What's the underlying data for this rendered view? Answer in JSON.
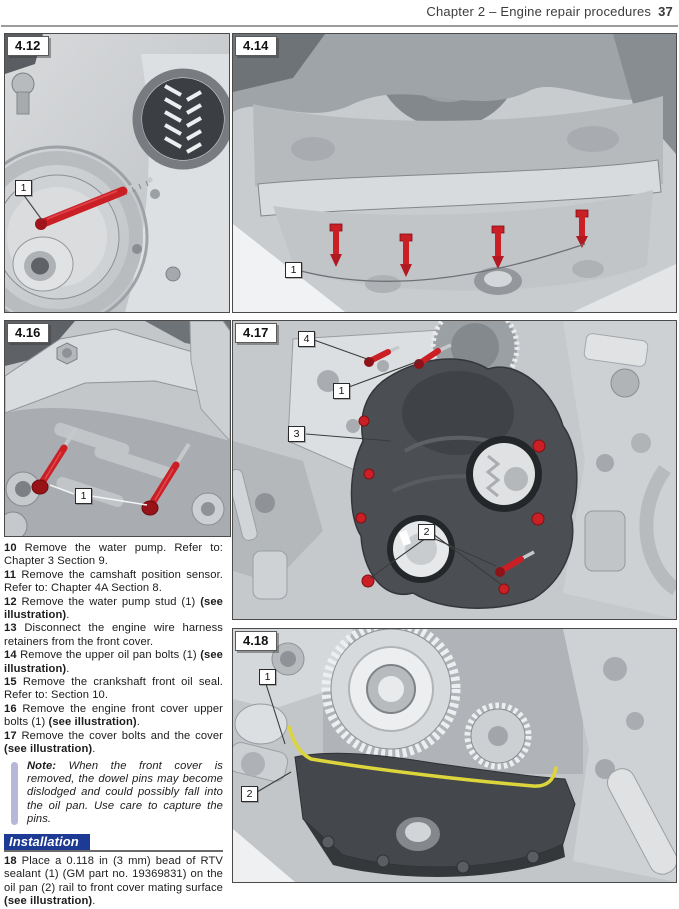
{
  "header": {
    "title": "Chapter 2 – Engine repair procedures",
    "page_number": "37"
  },
  "figures": [
    {
      "label": "4.12",
      "callouts": [
        "1"
      ]
    },
    {
      "label": "4.14",
      "callouts": [
        "1"
      ]
    },
    {
      "label": "4.16",
      "callouts": [
        "1"
      ]
    },
    {
      "label": "4.17",
      "callouts": [
        "1",
        "2",
        "3",
        "4"
      ]
    },
    {
      "label": "4.18",
      "callouts": [
        "1",
        "2"
      ]
    }
  ],
  "steps": [
    {
      "num": "10",
      "text": "Remove the water pump. Refer to: Chapter 3 Section 9."
    },
    {
      "num": "11",
      "text": "Remove the camshaft position sensor. Refer to: Chapter 4A Section 8."
    },
    {
      "num": "12",
      "text": "Remove the water pump stud (1) ",
      "bold_tail": "(see illustration)",
      "after": "."
    },
    {
      "num": "13",
      "text": "Disconnect the engine wire harness retainers from the front cover."
    },
    {
      "num": "14",
      "text": "Remove the upper oil pan bolts (1) ",
      "bold_tail": "(see illustration)",
      "after": "."
    },
    {
      "num": "15",
      "text": "Remove the crankshaft front oil seal. Refer to: Section 10."
    },
    {
      "num": "16",
      "text": "Remove the engine front cover upper bolts (1) ",
      "bold_tail": "(see illustration)",
      "after": "."
    },
    {
      "num": "17",
      "text": "Remove the cover bolts and the cover ",
      "bold_tail": "(see illustration)",
      "after": "."
    }
  ],
  "note": {
    "label": "Note:",
    "text": "When the front cover is removed, the dowel pins may become dislodged and could possibly fall into the oil pan. Use care to capture the pins."
  },
  "installation": {
    "heading": "Installation",
    "step": {
      "num": "18",
      "text": "Place a 0.118 in (3 mm) bead of RTV sealant (1) (GM part no. 19369831) on the oil pan (2) rail to front cover mating surface ",
      "bold_tail": "(see illustration)",
      "after": "."
    }
  },
  "colors": {
    "bolt_red": "#cb1f26",
    "sealant_yellow": "#dcd63c",
    "note_bar": "#b7b7d7",
    "installation_blue": "#1d3a94"
  }
}
